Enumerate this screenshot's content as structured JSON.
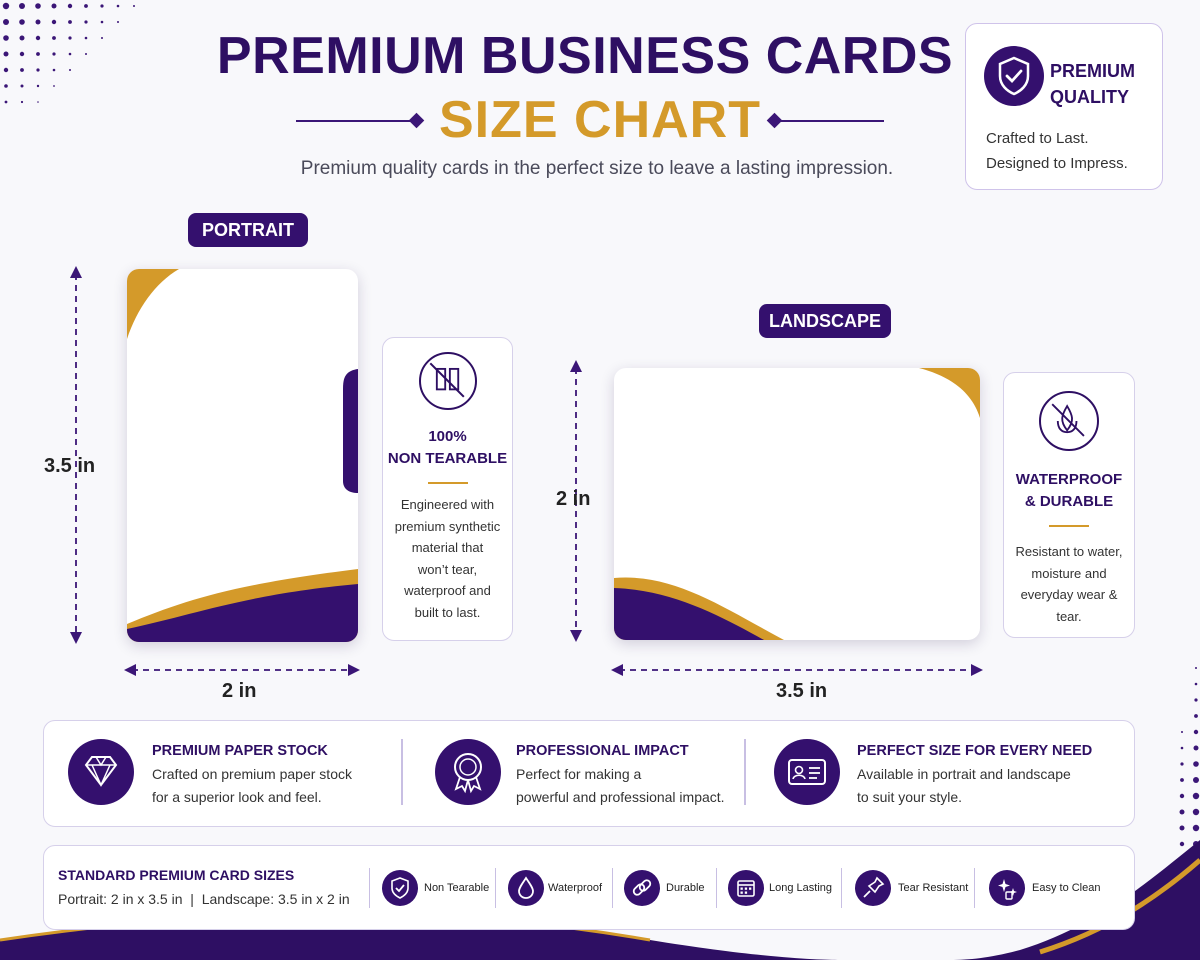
{
  "header": {
    "title": "PREMIUM BUSINESS CARDS",
    "subtitle": "SIZE CHART",
    "tagline": "Premium quality cards in the perfect size to leave a lasting impression."
  },
  "quality": {
    "icon": "shield-check-icon",
    "title_line1": "PREMIUM",
    "title_line2": "QUALITY",
    "text_line1": "Crafted to Last.",
    "text_line2": "Designed to Impress."
  },
  "portrait": {
    "label": "PORTRAIT",
    "height": "3.5 in",
    "width": "2 in"
  },
  "landscape": {
    "label": "LANDSCAPE",
    "height": "2 in",
    "width": "3.5 in"
  },
  "feature_non_tearable": {
    "icon": "no-tear-icon",
    "title_line1": "100%",
    "title_line2": "NON TEARABLE",
    "lines": [
      "Engineered with",
      "premium synthetic",
      "material that",
      "won’t tear,",
      "waterproof and",
      "built to last."
    ]
  },
  "feature_waterproof": {
    "icon": "waterproof-leaf-icon",
    "title_line1": "WATERPROOF",
    "title_line2": "& DURABLE",
    "lines": [
      "Resistant to water,",
      "moisture and",
      "everyday wear &",
      "tear."
    ]
  },
  "benefits": [
    {
      "icon": "diamond-icon",
      "title": "PREMIUM PAPER STOCK",
      "line1": "Crafted on premium paper stock",
      "line2": "for a superior look and feel."
    },
    {
      "icon": "award-badge-icon",
      "title": "PROFESSIONAL IMPACT",
      "line1": "Perfect for making a",
      "line2": "powerful and professional impact."
    },
    {
      "icon": "id-card-icon",
      "title": "PERFECT SIZE FOR EVERY NEED",
      "line1": "Available in portrait and landscape",
      "line2": "to suit your style."
    }
  ],
  "sizes": {
    "title": "STANDARD PREMIUM CARD SIZES",
    "portrait": "Portrait: 2 in x 3.5 in",
    "divider": "|",
    "landscape": "Landscape: 3.5 in x 2 in",
    "chips": [
      {
        "icon": "shield-check-icon",
        "label": "Non Tearable"
      },
      {
        "icon": "water-drop-icon",
        "label": "Waterproof"
      },
      {
        "icon": "chain-link-icon",
        "label": "Durable"
      },
      {
        "icon": "calendar-icon",
        "label": "Long Lasting"
      },
      {
        "icon": "pin-icon",
        "label": "Tear Resistant"
      },
      {
        "icon": "sparkle-clean-icon",
        "label": "Easy to Clean"
      }
    ]
  },
  "colors": {
    "purple": "#2e0f63",
    "gold": "#d49a2a",
    "background": "#f8f8fb"
  }
}
